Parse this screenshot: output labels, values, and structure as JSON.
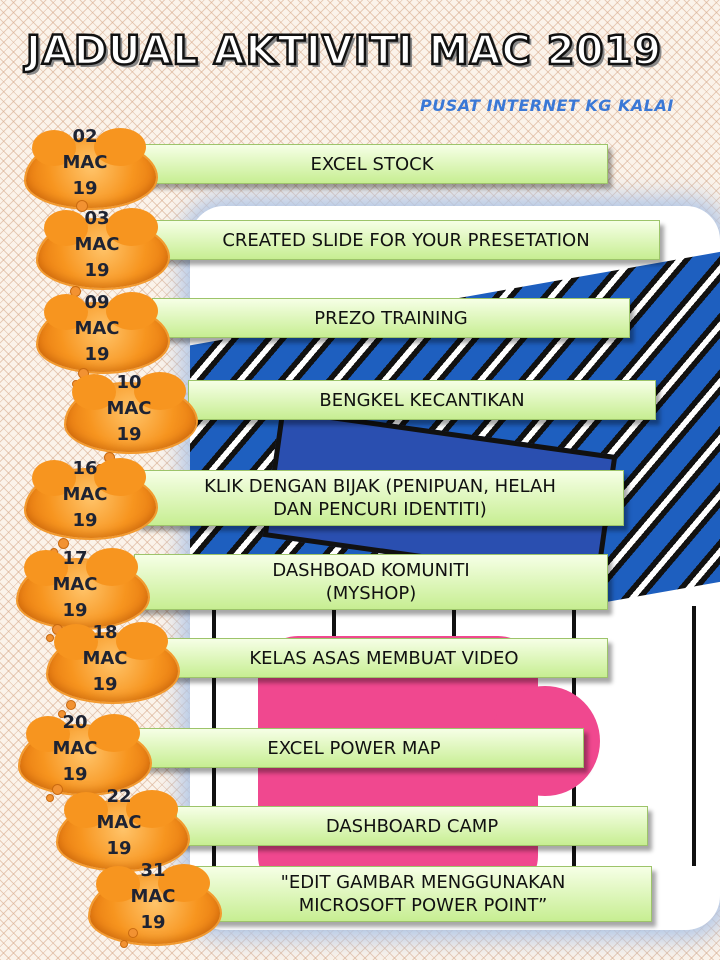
{
  "header": {
    "title": "JADUAL AKTIVITI MAC 2019",
    "subtitle": "PUSAT INTERNET KG KALAI"
  },
  "activities": [
    {
      "day": "02",
      "month": "MAC",
      "year": "19",
      "title": "EXCEL STOCK"
    },
    {
      "day": "03",
      "month": "MAC",
      "year": "19",
      "title": "CREATED SLIDE FOR YOUR PRESETATION"
    },
    {
      "day": "09",
      "month": "MAC",
      "year": "19",
      "title": "PREZO TRAINING"
    },
    {
      "day": "10",
      "month": "MAC",
      "year": "19",
      "title": "BENGKEL KECANTIKAN"
    },
    {
      "day": "16",
      "month": "MAC",
      "year": "19",
      "title": "KLIK DENGAN BIJAK (PENIPUAN, HELAH\nDAN PENCURI IDENTITI)"
    },
    {
      "day": "17",
      "month": "MAC",
      "year": "19",
      "title": "DASHBOAD KOMUNITI\n(MYSHOP)"
    },
    {
      "day": "18",
      "month": "MAC",
      "year": "19",
      "title": "KELAS ASAS MEMBUAT VIDEO"
    },
    {
      "day": "20",
      "month": "MAC",
      "year": "19",
      "title": "EXCEL POWER MAP"
    },
    {
      "day": "22",
      "month": "MAC",
      "year": "19",
      "title": "DASHBOARD CAMP"
    },
    {
      "day": "31",
      "month": "MAC",
      "year": "19",
      "title": "\"EDIT GAMBAR MENGGUNAKAN\nMICROSOFT POWER POINT”"
    }
  ]
}
